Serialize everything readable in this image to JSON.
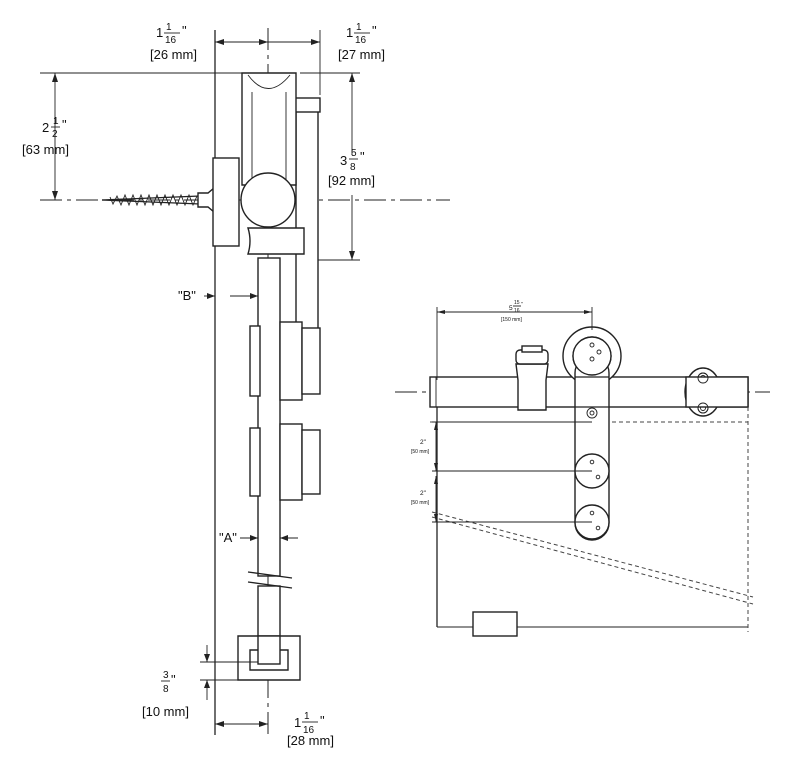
{
  "side_view": {
    "dim_top_left": {
      "whole": "1",
      "num": "1",
      "den": "16",
      "mm": "[26 mm]"
    },
    "dim_top_right": {
      "whole": "1",
      "num": "1",
      "den": "16",
      "mm": "[27 mm]"
    },
    "dim_height_left": {
      "whole": "2",
      "num": "1",
      "den": "2",
      "mm": "[63 mm]"
    },
    "dim_height_right": {
      "whole": "3",
      "num": "5",
      "den": "8",
      "mm": "[92 mm]"
    },
    "label_b": "\"B\"",
    "label_a": "\"A\"",
    "dim_guide_height": {
      "whole": "",
      "num": "3",
      "den": "8",
      "mm": "[10 mm]"
    },
    "dim_guide_width": {
      "whole": "1",
      "num": "1",
      "den": "16",
      "mm": "[28 mm]"
    },
    "inch_mark": "\""
  },
  "front_view": {
    "dim_spacing": {
      "whole": "5",
      "num": "15",
      "den": "16",
      "mm": "[150 mm]"
    },
    "dim_2_first": {
      "value": "2\"",
      "mm": "[50 mm]"
    },
    "dim_2_second": {
      "value": "2\"",
      "mm": "[50 mm]"
    }
  }
}
